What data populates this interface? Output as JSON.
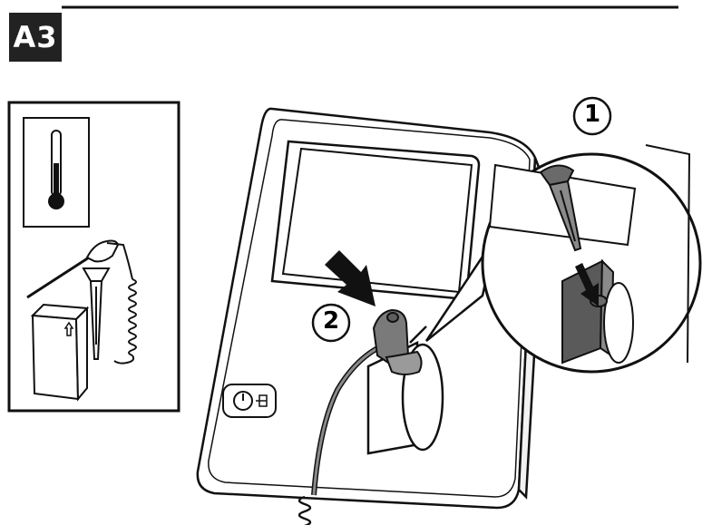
{
  "step_label": "A3",
  "callouts": [
    "1",
    "2"
  ],
  "colors": {
    "ink": "#111111",
    "badge_bg": "#222222",
    "device_fill": "#ffffff",
    "probe_fill": "#8a8a8a",
    "probe_dark": "#5e5e5e"
  },
  "icons": [
    "thermometer-icon",
    "probe-icon",
    "probe-cover-icon",
    "probe-cover-box-icon",
    "power-plug-icon",
    "arrow-icon"
  ]
}
